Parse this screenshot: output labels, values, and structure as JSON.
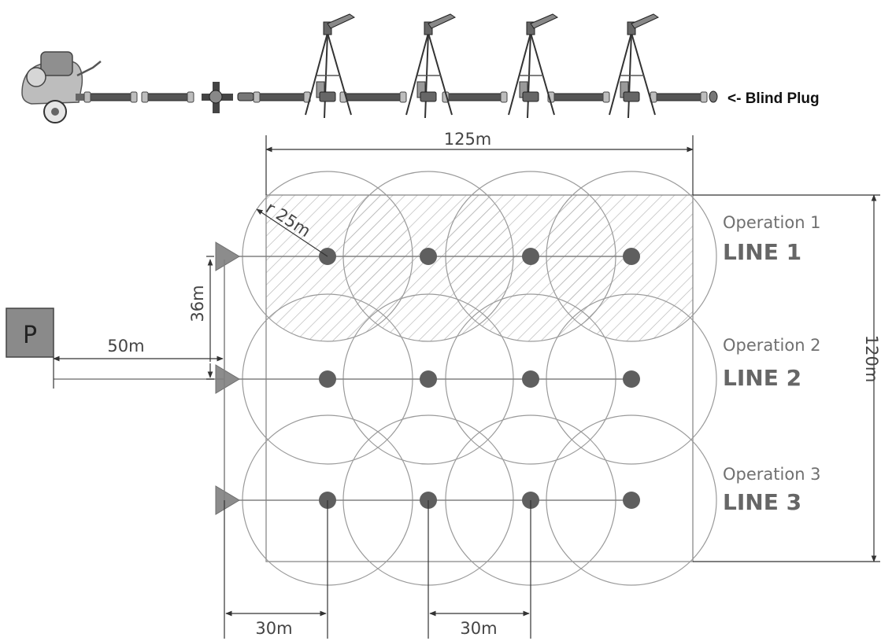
{
  "blind_plug_label": "<- Blind Plug",
  "pump_label": "P",
  "dimensions": {
    "width_total": "125m",
    "height_total": "120m",
    "radius": "r 25m",
    "line_spacing": "36m",
    "pump_distance": "50m",
    "edge_to_first_sprinkler": "30m",
    "sprinkler_spacing": "30m"
  },
  "operations": [
    {
      "operation": "Operation 1",
      "line": "LINE 1"
    },
    {
      "operation": "Operation 2",
      "line": "LINE 2"
    },
    {
      "operation": "Operation 3",
      "line": "LINE 3"
    }
  ],
  "colors": {
    "line": "#808080",
    "dimension": "#333333",
    "sprinkler": "#5f5f5f",
    "valve": "#8c8c8c",
    "pump_fill": "#8a8a8a",
    "hatch": "#b0b0b0"
  }
}
